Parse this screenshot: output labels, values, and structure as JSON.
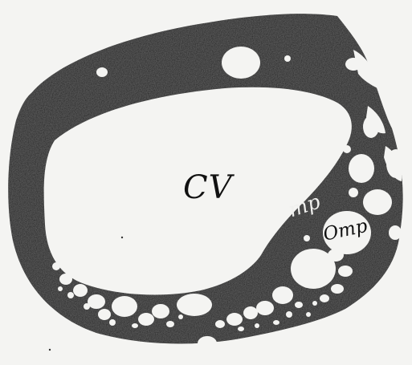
{
  "labels": {
    "cv": "CV",
    "mp": "mp",
    "omp": "Omp"
  },
  "colors": {
    "background": "#f4f4f2",
    "tissue": "#141414",
    "cavity": "#f4f4f2"
  }
}
